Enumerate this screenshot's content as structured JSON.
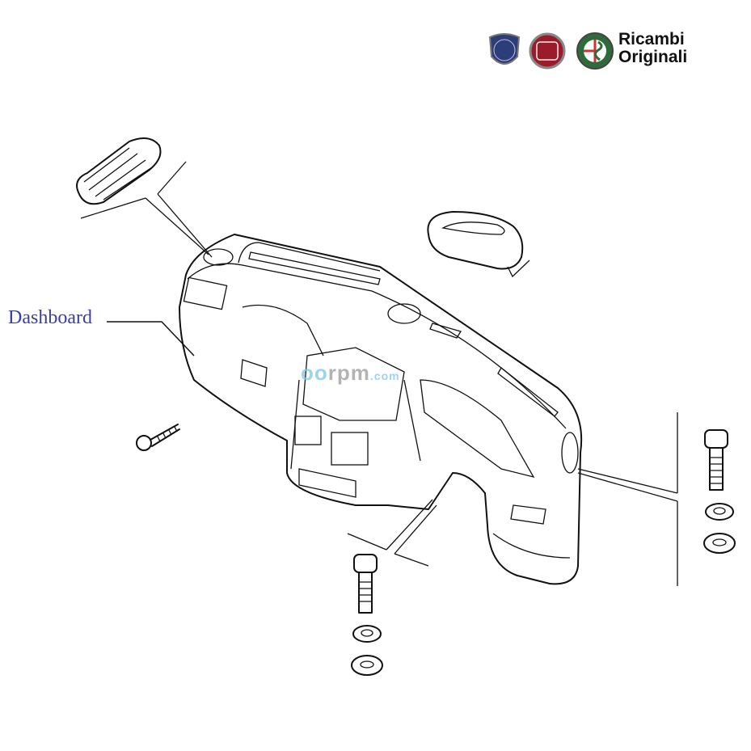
{
  "diagram": {
    "callout_label": "Dashboard",
    "brand": {
      "logos": [
        "Lancia",
        "Fiat",
        "Alfa Romeo"
      ],
      "text_line1": "Ricambi",
      "text_line2": "Originali",
      "colors": {
        "lancia": "#2c3e7a",
        "fiat": "#9b1b2a",
        "alfa": "#2f6b3a"
      }
    },
    "watermark": "oorpm.com",
    "label_color": "#3b3f9a"
  }
}
